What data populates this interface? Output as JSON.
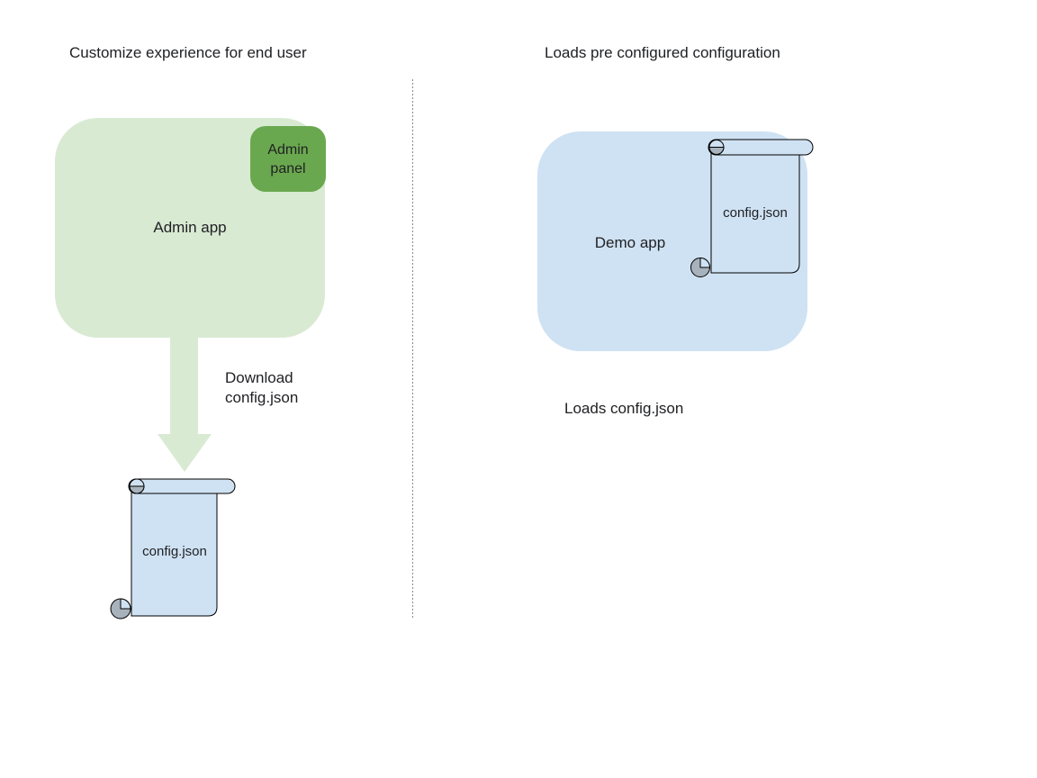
{
  "colors": {
    "app_green": "#d9ead3",
    "panel_green": "#6aa84f",
    "app_blue": "#cfe2f3",
    "scroll_blue": "#cfe2f3",
    "arrow_green": "#d9ead3",
    "curl_gray": "#a7b2bc",
    "divider_gray": "#8a8a8a",
    "stroke_black": "#000000"
  },
  "left_section": {
    "title": "Customize experience for end user",
    "admin_app_label": "Admin app",
    "admin_panel_label": "Admin panel",
    "arrow_label_lines": [
      "Download",
      "config.json"
    ],
    "config_file_label": "config.json"
  },
  "right_section": {
    "title": "Loads pre configured configuration",
    "demo_app_label": "Demo app",
    "config_file_label": "config.json",
    "caption": "Loads config.json"
  }
}
